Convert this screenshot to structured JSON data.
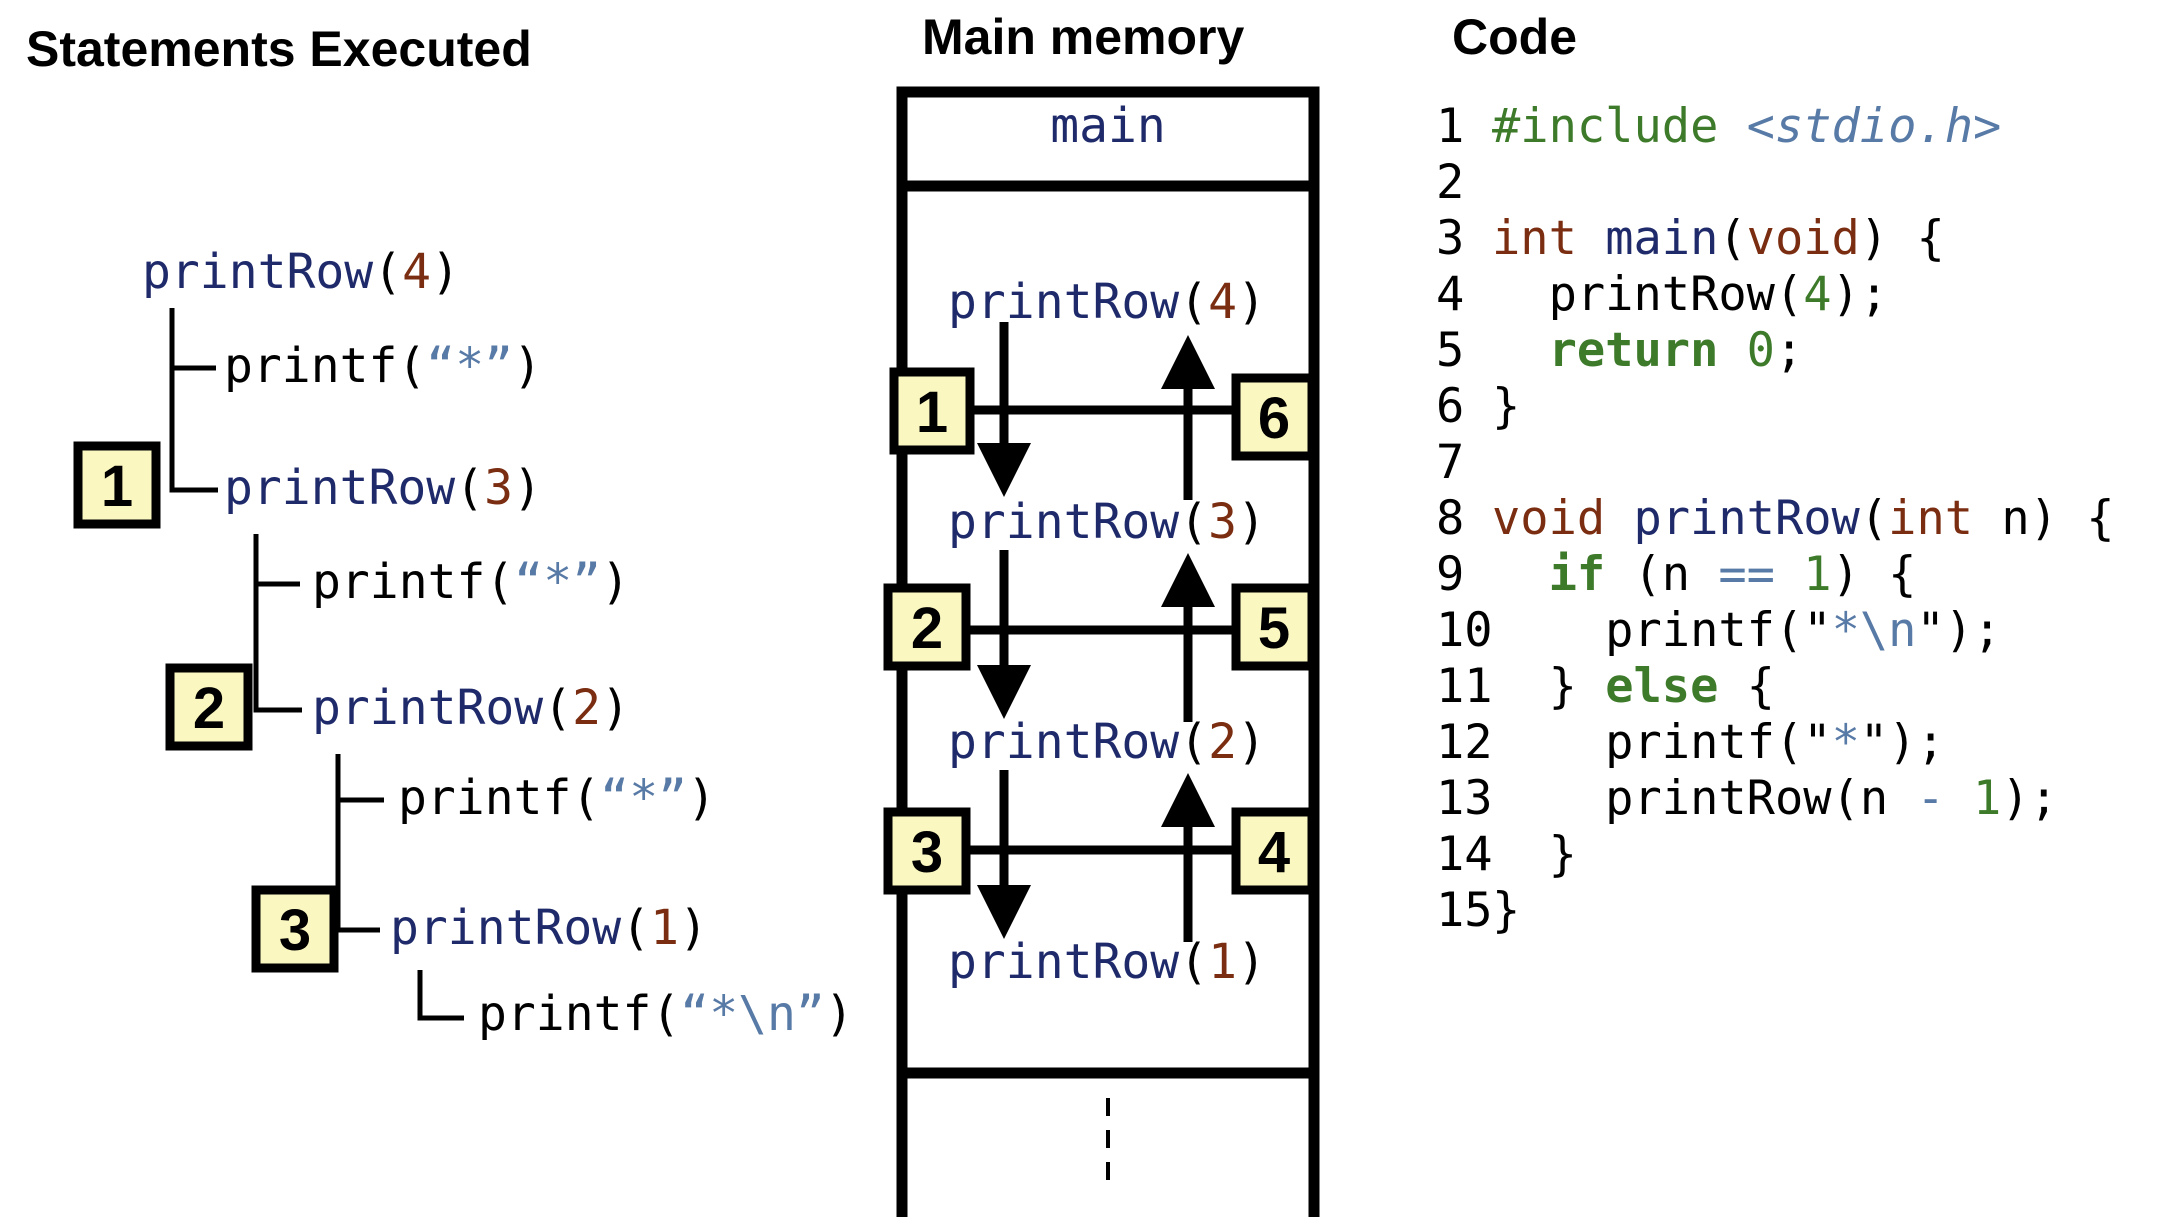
{
  "headings": {
    "statements": "Statements Executed",
    "memory": "Main memory",
    "code": "Code"
  },
  "tree": [
    {
      "fn": "printRow",
      "arg": "4",
      "open": "(",
      "close": ")"
    },
    {
      "fn": "printf",
      "arg": "“*”",
      "open": "(",
      "close": ")"
    },
    {
      "fn": "printRow",
      "arg": "3",
      "open": "(",
      "close": ")"
    },
    {
      "fn": "printf",
      "arg": "“*”",
      "open": "(",
      "close": ")"
    },
    {
      "fn": "printRow",
      "arg": "2",
      "open": "(",
      "close": ")"
    },
    {
      "fn": "printf",
      "arg": "“*”",
      "open": "(",
      "close": ")"
    },
    {
      "fn": "printRow",
      "arg": "1",
      "open": "(",
      "close": ")"
    },
    {
      "fn": "printf",
      "arg": "“*\\n”",
      "open": "(",
      "close": ")"
    }
  ],
  "tree_steps": [
    "1",
    "2",
    "3"
  ],
  "memory": {
    "main_label": "main",
    "frames": [
      {
        "fn": "printRow",
        "arg": "4"
      },
      {
        "fn": "printRow",
        "arg": "3"
      },
      {
        "fn": "printRow",
        "arg": "2"
      },
      {
        "fn": "printRow",
        "arg": "1"
      }
    ],
    "call_steps": [
      "1",
      "2",
      "3"
    ],
    "return_steps": [
      "6",
      "5",
      "4"
    ]
  },
  "code_lines": [
    {
      "n": "1",
      "parts": [
        [
          "pre",
          "#include "
        ],
        [
          "hdr",
          "<stdio.h>"
        ]
      ]
    },
    {
      "n": "2",
      "parts": []
    },
    {
      "n": "3",
      "parts": [
        [
          "kw-type",
          "int "
        ],
        [
          "fn",
          "main"
        ],
        [
          "blk",
          "("
        ],
        [
          "kw-type",
          "void"
        ],
        [
          "blk",
          ") {"
        ]
      ]
    },
    {
      "n": "4",
      "parts": [
        [
          "blk",
          "  printRow("
        ],
        [
          "gnum",
          "4"
        ],
        [
          "blk",
          ");"
        ]
      ]
    },
    {
      "n": "5",
      "parts": [
        [
          "blk",
          "  "
        ],
        [
          "kw-ctl",
          "return "
        ],
        [
          "gnum",
          "0"
        ],
        [
          "blk",
          ";"
        ]
      ]
    },
    {
      "n": "6",
      "parts": [
        [
          "blk",
          "}"
        ]
      ]
    },
    {
      "n": "7",
      "parts": []
    },
    {
      "n": "8",
      "parts": [
        [
          "kw-type",
          "void "
        ],
        [
          "fn",
          "printRow"
        ],
        [
          "blk",
          "("
        ],
        [
          "kw-type",
          "int "
        ],
        [
          "blk",
          "n) {"
        ]
      ]
    },
    {
      "n": "9",
      "parts": [
        [
          "blk",
          "  "
        ],
        [
          "kw-ctl",
          "if "
        ],
        [
          "blk",
          "(n "
        ],
        [
          "str",
          "=="
        ],
        [
          "blk",
          " "
        ],
        [
          "gnum",
          "1"
        ],
        [
          "blk",
          ") {"
        ]
      ]
    },
    {
      "n": "10",
      "parts": [
        [
          "blk",
          "    printf(\""
        ],
        [
          "str",
          "*\\n"
        ],
        [
          "blk",
          "\");"
        ]
      ]
    },
    {
      "n": "11",
      "parts": [
        [
          "blk",
          "  } "
        ],
        [
          "kw-ctl",
          "else "
        ],
        [
          "blk",
          "{"
        ]
      ]
    },
    {
      "n": "12",
      "parts": [
        [
          "blk",
          "    printf(\""
        ],
        [
          "str",
          "*"
        ],
        [
          "blk",
          "\");"
        ]
      ]
    },
    {
      "n": "13",
      "parts": [
        [
          "blk",
          "    printRow(n "
        ],
        [
          "str",
          "-"
        ],
        [
          "blk",
          " "
        ],
        [
          "gnum",
          "1"
        ],
        [
          "blk",
          ");"
        ]
      ]
    },
    {
      "n": "14",
      "parts": [
        [
          "blk",
          "  }"
        ]
      ]
    },
    {
      "n": "15",
      "parts": [
        [
          "blk",
          "}"
        ]
      ]
    }
  ],
  "colors": {
    "function": "#1f2a6b",
    "number": "#7a2d10",
    "string": "#587aa6",
    "keyword": "#3d7a2a",
    "step_box_fill": "#fbf7c0"
  }
}
